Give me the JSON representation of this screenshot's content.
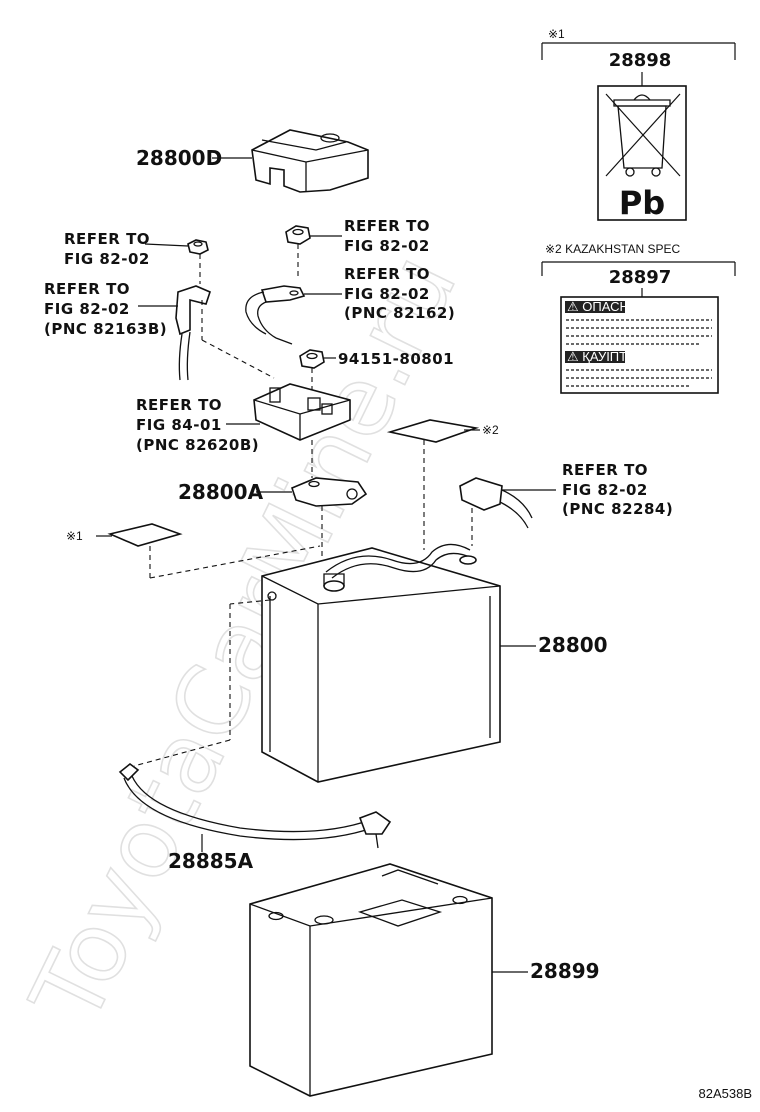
{
  "watermark": "ToyotaCarMine.ru",
  "figure_code": "82A538B",
  "labels": {
    "p28800D": "28800D",
    "refer_nut_left_1": "REFER TO",
    "refer_nut_left_2": "FIG 82-02",
    "refer_nut_top_1": "REFER TO",
    "refer_nut_top_2": "FIG 82-02",
    "refer_cable_top_1": "REFER TO",
    "refer_cable_top_2": "FIG 82-02",
    "refer_cable_top_3": "(PNC 82162)",
    "refer_conn_left_1": "REFER TO",
    "refer_conn_left_2": "FIG 82-02",
    "refer_conn_left_3": "(PNC 82163B)",
    "p94151": "94151-80801",
    "refer_fuse_1": "REFER TO",
    "refer_fuse_2": "FIG 84-01",
    "refer_fuse_3": "(PNC 82620B)",
    "p28800A": "28800A",
    "refer_conn_right_1": "REFER TO",
    "refer_conn_right_2": "FIG 82-02",
    "refer_conn_right_3": "(PNC 82284)",
    "p28800": "28800",
    "p28885A": "28885A",
    "p28899": "28899",
    "note_1_left": "※1",
    "note_2_mid": "※2"
  },
  "boxes": {
    "box1": {
      "note": "※1",
      "part": "28898",
      "badge": "Pb"
    },
    "box2": {
      "note": "※2  KAZAKHSTAN SPEC",
      "part": "28897",
      "warn_1": "⚠ ОПАСНО!",
      "warn_2": "⚠ ҚАУІПТІ"
    }
  },
  "icons": {
    "recycle_bin": "crossed-wheelie-bin-icon",
    "warning": "warning-triangle-icon"
  }
}
